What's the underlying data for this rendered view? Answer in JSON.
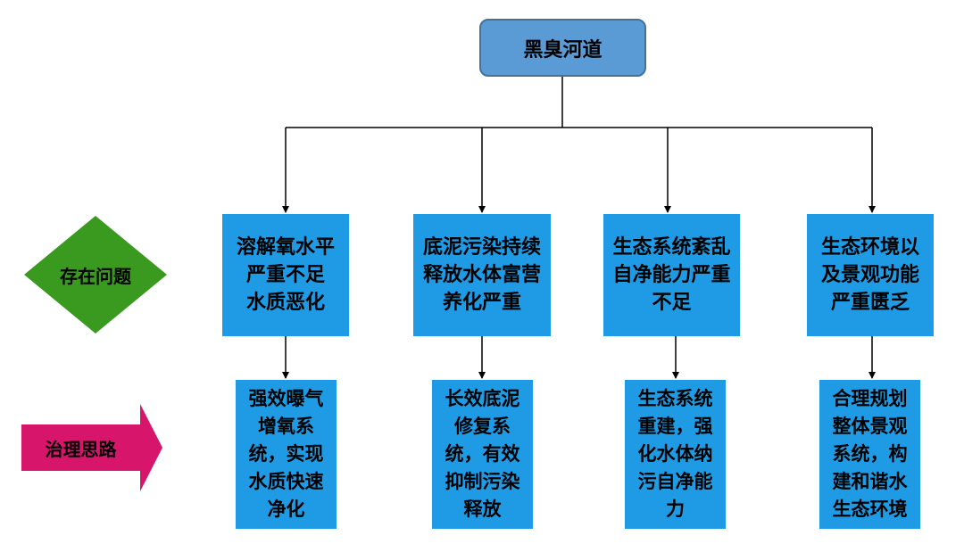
{
  "root": {
    "label": "黑臭河道"
  },
  "row_labels": {
    "problems": "存在问题",
    "solutions": "治理思路"
  },
  "problems": [
    {
      "text": "溶解氧水平\n严重不足\n水质恶化"
    },
    {
      "text": "底泥污染持续\n释放水体富营\n养化严重"
    },
    {
      "text": "生态系统紊乱\n自净能力严重\n不足"
    },
    {
      "text": "生态环境以\n及景观功能\n严重匮乏"
    }
  ],
  "solutions": [
    {
      "text": "强效曝气\n增氧系\n统，实现\n水质快速\n净化"
    },
    {
      "text": "长效底泥\n修复系\n统，有效\n抑制污染\n释放"
    },
    {
      "text": "生态系统\n重建，强\n化水体纳\n污自净能\n力"
    },
    {
      "text": "合理规划\n整体景观\n系统，构\n建和谐水\n生态环境"
    }
  ],
  "colors": {
    "root_fill": "#5b9bd5",
    "box_fill": "#1e9be4",
    "diamond_fill": "#3a9a1f",
    "arrow_fill": "#d6156b",
    "connector": "#000000"
  }
}
